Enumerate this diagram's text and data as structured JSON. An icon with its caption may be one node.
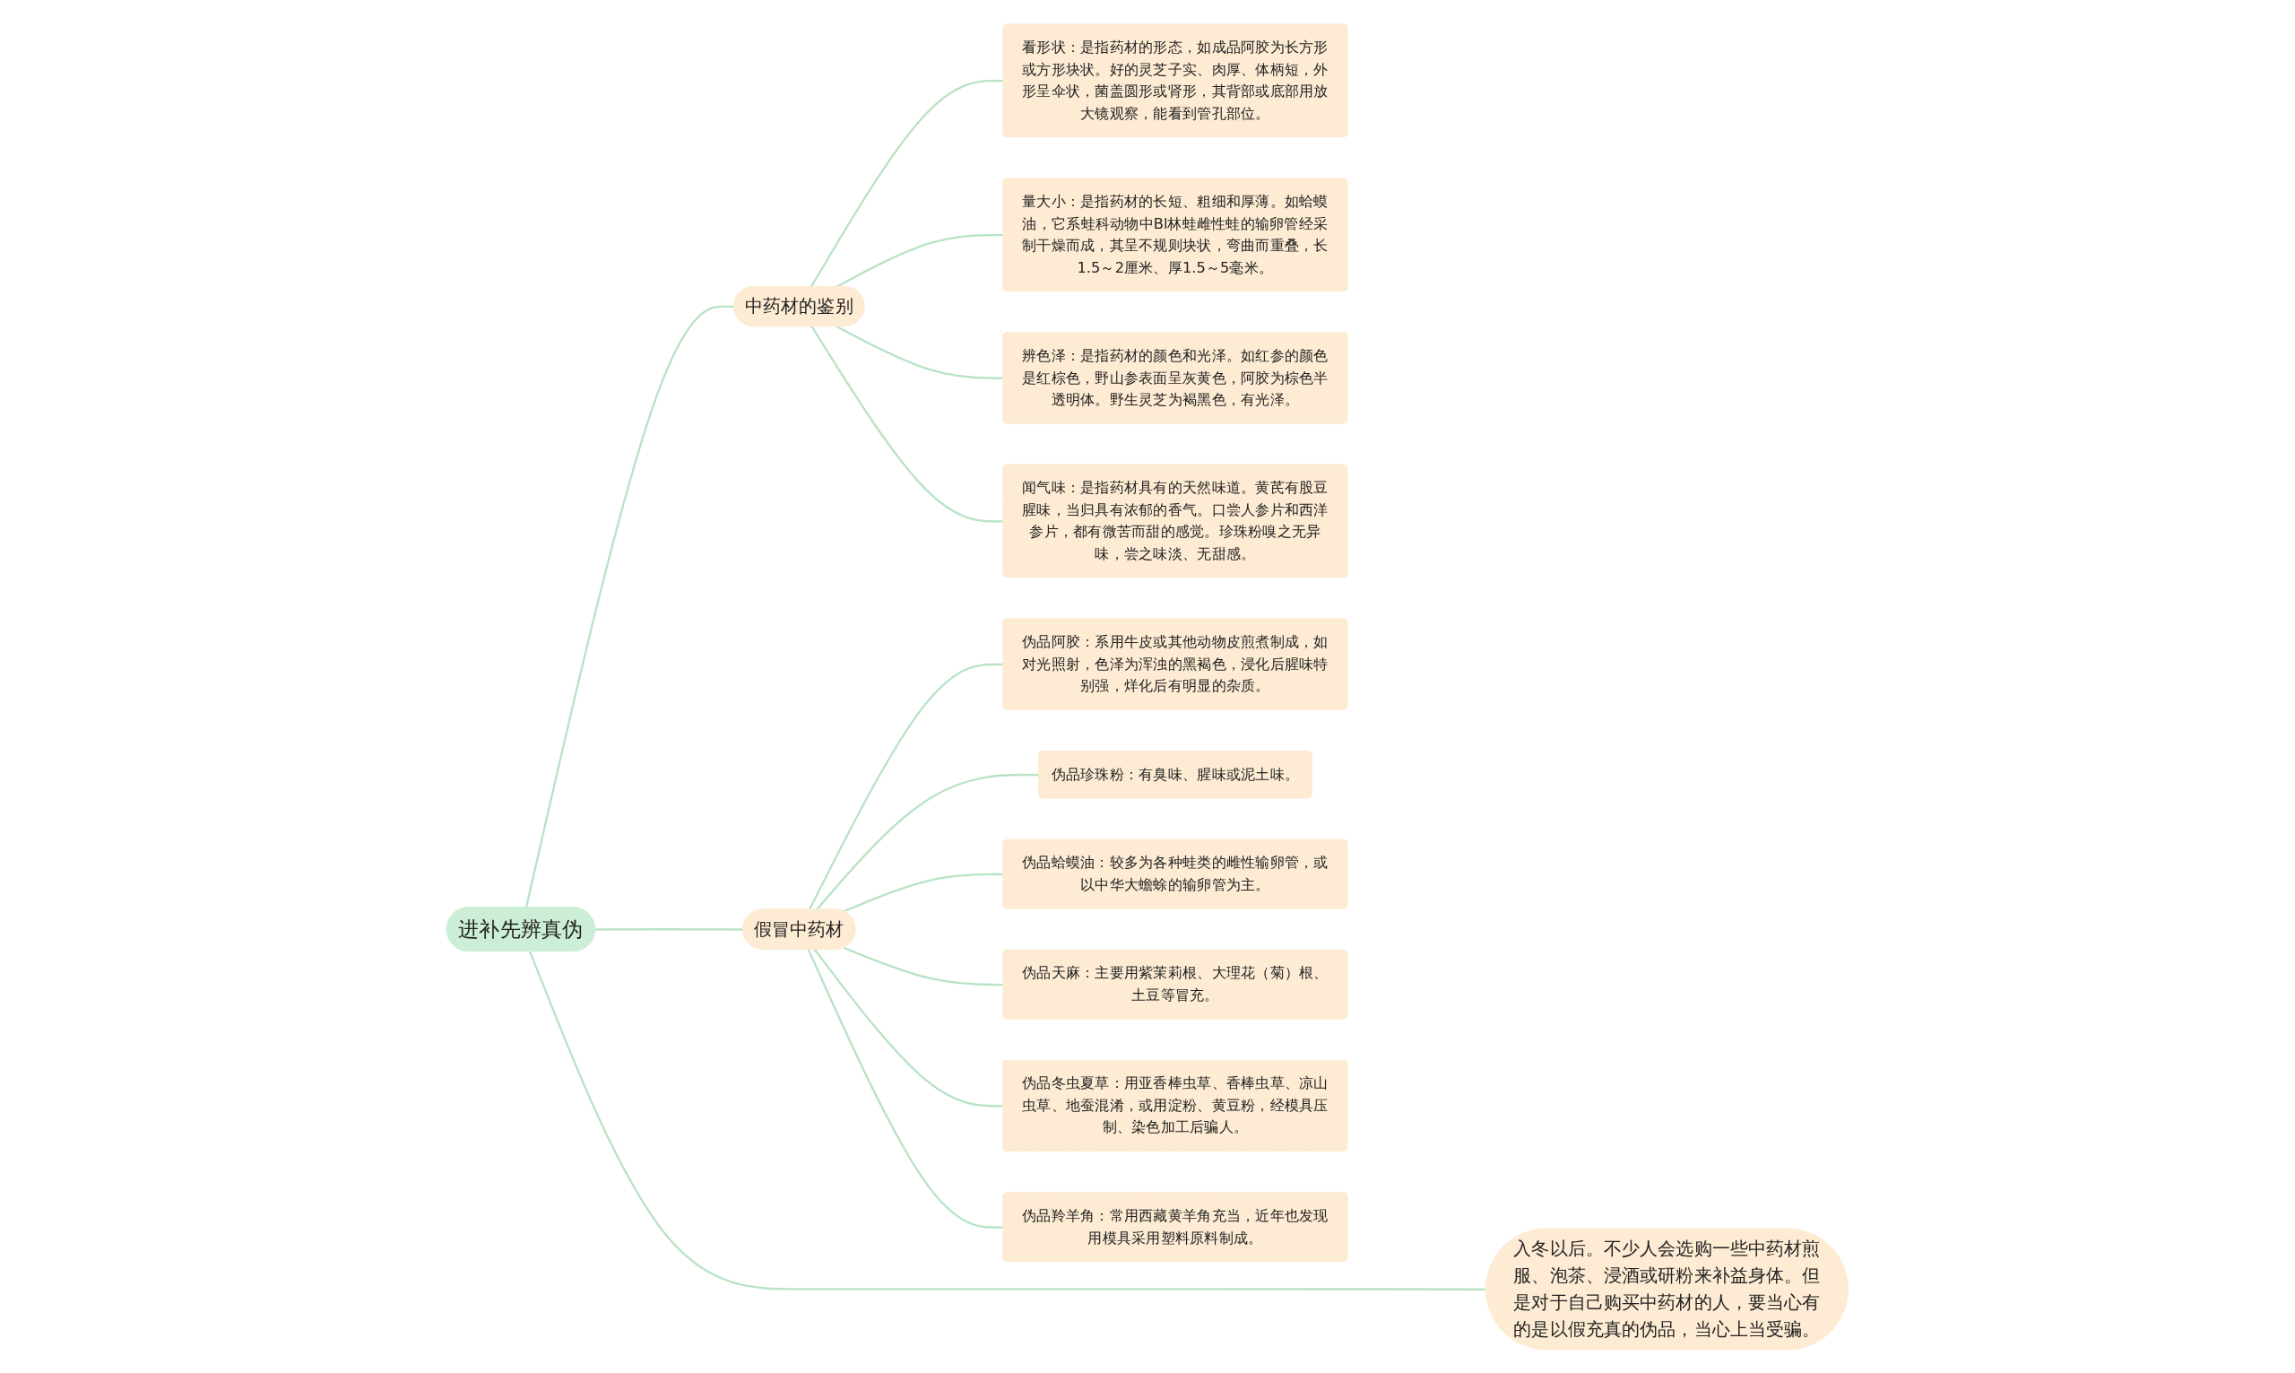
{
  "diagram": {
    "nodes": [
      {
        "text": [
          "进补先辨真伪"
        ]
      },
      {
        "text": [
          "入冬以后。不少人会选购一些中药材煎服、泡茶、浸酒或研粉来补益身体。但是对于自己购买中药材的人，要当心有的是以假充真的伪品，当心上当受骗。"
        ]
      },
      {
        "text": [
          "中药材的鉴别"
        ]
      },
      {
        "text": [
          "看形状：是指药材的形态，如成品阿胶为长方形或方形块状。好的灵芝子实、肉厚、体柄短，外形呈伞状，菌盖圆形或肾形，其背部或底部用放大镜观察，能看到管孔部位。"
        ]
      },
      {
        "text": [
          "量大小：是指药材的长短、粗细和厚薄。如蛤蟆油，它系蛙科动物中Bl林蛙雌性蛙的输卵管经采制干燥而成，其呈不规则块状，弯曲而重叠，长1.5～2厘米、厚1.5～5毫米。"
        ]
      },
      {
        "text": [
          "辨色泽：是指药材的颜色和光泽。如红参的颜色是红棕色，野山参表面呈灰黄色，阿胶为棕色半透明体。野生灵芝为褐黑色，有光泽。"
        ]
      },
      {
        "text": [
          "闻气味：是指药材具有的天然味道。黄芪有股豆腥味，当归具有浓郁的香气。口尝人参片和西洋参片，都有微苦而甜的感觉。珍珠粉嗅之无异味，尝之味淡、无甜感。"
        ]
      },
      {
        "text": [
          "假冒中药材"
        ]
      },
      {
        "text": [
          "伪品阿胶：系用牛皮或其他动物皮煎煮制成，如对光照射，色泽为浑浊的黑褐色，浸化后腥味特别强，烊化后有明显的杂质。"
        ]
      },
      {
        "text": [
          "伪品珍珠粉：有臭味、腥味或泥土味。"
        ]
      },
      {
        "text": [
          "伪品蛤蟆油：较多为各种蛙类的雌性输卵管，或以中华大蟾蜍的输卵管为主。"
        ]
      },
      {
        "text": [
          "伪品天麻：主要用紫茉莉根、大理花（菊）根、土豆等冒充。"
        ]
      },
      {
        "text": [
          "伪品冬虫夏草：用亚香棒虫草、香棒虫草、凉山虫草、地蚕混淆，或用淀粉、黄豆粉，经模具压制、染色加工后骗人。"
        ]
      },
      {
        "text": [
          "伪品羚羊角：常用西藏黄羊角充当，近年也发现用模具采用塑料原料制成。"
        ]
      }
    ],
    "edges": [
      {
        "from": 0,
        "to": 1,
        "arrow": "none"
      },
      {
        "from": 0,
        "to": 2,
        "arrow": "none"
      },
      {
        "from": 2,
        "to": 3,
        "arrow": "none"
      },
      {
        "from": 2,
        "to": 4,
        "arrow": "none"
      },
      {
        "from": 2,
        "to": 5,
        "arrow": "none"
      },
      {
        "from": 2,
        "to": 6,
        "arrow": "none"
      },
      {
        "from": 0,
        "to": 7,
        "arrow": "none"
      },
      {
        "from": 7,
        "to": 8,
        "arrow": "none"
      },
      {
        "from": 7,
        "to": 9,
        "arrow": "none"
      },
      {
        "from": 7,
        "to": 10,
        "arrow": "none"
      },
      {
        "from": 7,
        "to": 11,
        "arrow": "none"
      },
      {
        "from": 7,
        "to": 12,
        "arrow": "none"
      },
      {
        "from": 7,
        "to": 13,
        "arrow": "none"
      }
    ]
  }
}
